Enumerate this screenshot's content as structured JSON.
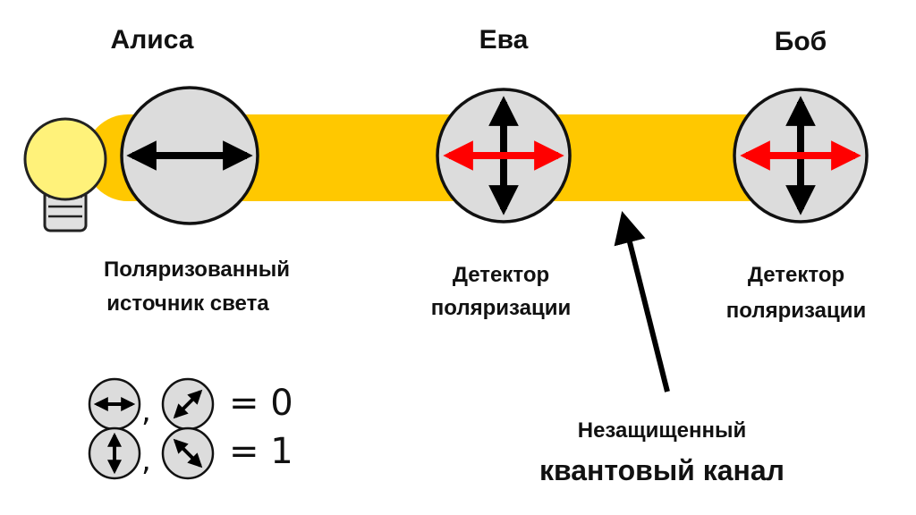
{
  "parties": {
    "alice": "Алиса",
    "eve": "Ева",
    "bob": "Боб"
  },
  "labels": {
    "source_line1": "Поляризованный",
    "source_line2": "источник света",
    "eve_detector_line1": "Детектор",
    "eve_detector_line2": "поляризации",
    "bob_detector_line1": "Детектор",
    "bob_detector_line2": "поляризации",
    "channel_line1": "Незащищенный",
    "channel_line2": "квантовый канал"
  },
  "legend": {
    "row0": {
      "separator": ",",
      "equation": "= 0"
    },
    "row1": {
      "separator": ",",
      "equation": "= 1"
    }
  },
  "colors": {
    "beam": "#FFC800",
    "bulb": "#FFF27A",
    "disc": "#DCDCDC",
    "arrow_black": "#000000",
    "arrow_red": "#FF0000"
  },
  "icons": {
    "source": "light-bulb-icon",
    "alice_polarizer": "horizontal-polarizer",
    "eve_detector": "cross-polarization-detector",
    "bob_detector": "cross-polarization-detector"
  }
}
